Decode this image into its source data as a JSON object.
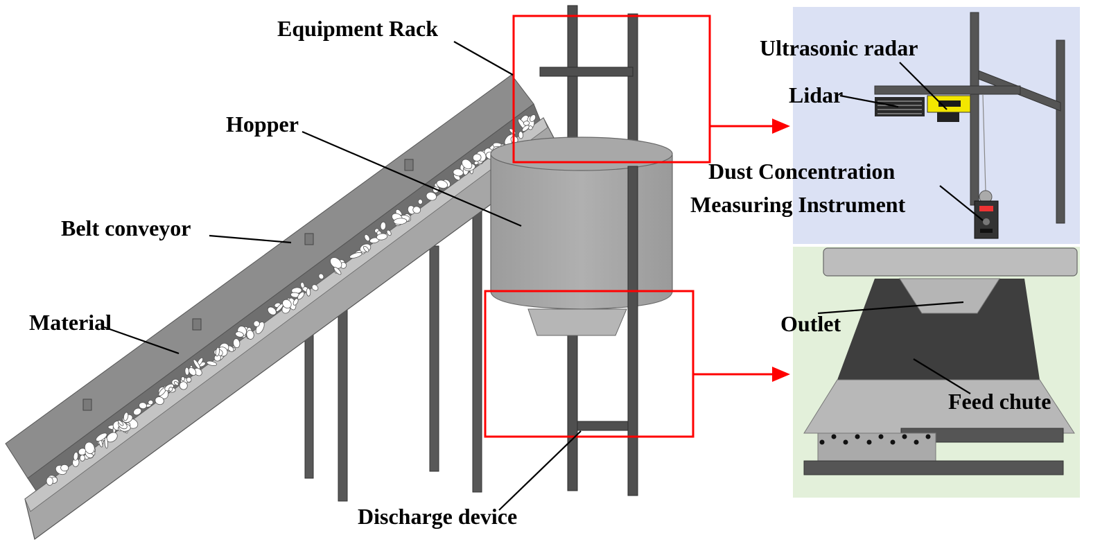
{
  "labels": {
    "equipment_rack": "Equipment Rack",
    "hopper": "Hopper",
    "belt_conveyor": "Belt conveyor",
    "material": "Material",
    "discharge_device": "Discharge device",
    "ultrasonic_radar": "Ultrasonic radar",
    "lidar": "Lidar",
    "dust_line1": "Dust Concentration",
    "dust_line2": "Measuring Instrument",
    "outlet": "Outlet",
    "feed_chute": "Feed chute"
  },
  "colors": {
    "highlight_box": "#ff0000",
    "arrow": "#ff0000",
    "top_panel_bg": "#dbe1f4",
    "bottom_panel_bg": "#e3f0da",
    "steel": "#555555",
    "conveyor_gray": "#9a9a9a",
    "hopper_gray": "#a3a3a3",
    "sensor_yellow": "#f2e600"
  }
}
